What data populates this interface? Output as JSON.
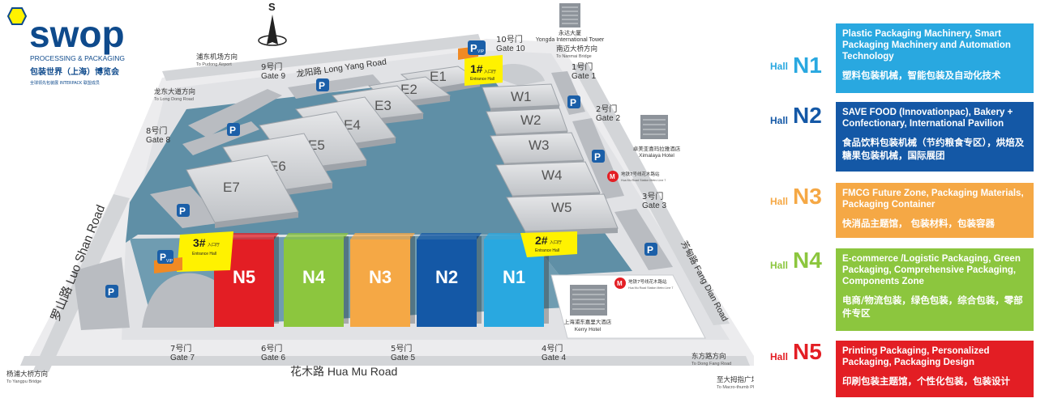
{
  "brand": {
    "name": "swop",
    "tagline": "PROCESSING & PACKAGING",
    "chinese_name": "包装世界（上海）博览会",
    "subtitle": "全球领先包装展 INTERPACK 联盟成员"
  },
  "compass": {
    "label": "S"
  },
  "roads": {
    "long_yang": "龙阳路 Long Yang Road",
    "luo_shan": "罗山路 Luo Shan Road",
    "hua_mu": "花木路 Hua Mu Road",
    "fang_dian": "芳甸路 Fang Dian Road"
  },
  "directions": [
    {
      "zh": "浦东机场方向",
      "en": "To Pudong Airport"
    },
    {
      "zh": "龙东大道方向",
      "en": "To Long Dong Road"
    },
    {
      "zh": "杨浦大桥方向",
      "en": "To Yangpu Bridge"
    },
    {
      "zh": "东方路方向",
      "en": "To Dong Fang Road"
    },
    {
      "zh": "至大拇指广场",
      "en": "To Macro-thumb Plaza"
    },
    {
      "zh": "南迈大桥方向",
      "en": "To Nanmai Bridge"
    }
  ],
  "gates": [
    {
      "zh": "1号门",
      "en": "Gate 1"
    },
    {
      "zh": "2号门",
      "en": "Gate 2"
    },
    {
      "zh": "3号门",
      "en": "Gate 3"
    },
    {
      "zh": "4号门",
      "en": "Gate 4"
    },
    {
      "zh": "5号门",
      "en": "Gate 5"
    },
    {
      "zh": "6号门",
      "en": "Gate 6"
    },
    {
      "zh": "7号门",
      "en": "Gate 7"
    },
    {
      "zh": "8号门",
      "en": "Gate 8"
    },
    {
      "zh": "9号门",
      "en": "Gate 9"
    },
    {
      "zh": "10号门",
      "en": "Gate 10"
    }
  ],
  "entrances": [
    {
      "num": "1#",
      "zh": "入口厅",
      "en": "Entrance Hall"
    },
    {
      "num": "2#",
      "zh": "入口厅",
      "en": "Entrance Hall"
    },
    {
      "num": "3#",
      "zh": "入口厅",
      "en": "Entrance Hall"
    }
  ],
  "parking": {
    "label": "P",
    "vip": "VIP"
  },
  "east_halls": [
    "E1",
    "E2",
    "E3",
    "E4",
    "E5",
    "E6",
    "E7"
  ],
  "west_halls": [
    "W1",
    "W2",
    "W3",
    "W4",
    "W5"
  ],
  "n_halls": [
    "N5",
    "N4",
    "N3",
    "N2",
    "N1"
  ],
  "landmarks": {
    "yongda": {
      "zh": "永达大厦",
      "en": "Yongda International Tower"
    },
    "ximalaya": {
      "zh": "卓美亚喜玛拉雅酒店",
      "en": "Ximalaya Hotel"
    },
    "kerry": {
      "zh": "上海浦东嘉里大酒店",
      "en": "Kerry Hotel"
    },
    "metro": {
      "zh": "地铁7号线花木路站",
      "en": "Hua Mu Road Station Metro Line 7"
    }
  },
  "legend": {
    "hall_word": "Hall",
    "halls": [
      {
        "code": "N1",
        "en": "Plastic Packaging Machinery, Smart Packaging Machinery and Automation Technology",
        "zh": "塑料包装机械，智能包装及自动化技术"
      },
      {
        "code": "N2",
        "en": "SAVE FOOD (Innovationpac), Bakery + Confectionary, International Pavilion",
        "zh": "食品饮料包装机械（节约粮食专区），烘焙及糖果包装机械，国际展团"
      },
      {
        "code": "N3",
        "en": "FMCG Future Zone, Packaging Materials, Packaging Container",
        "zh": "快消品主题馆， 包装材料，包装容器"
      },
      {
        "code": "N4",
        "en": "E-commerce /Logistic Packaging, Green Packaging, Comprehensive Packaging, Components Zone",
        "zh": "电商/物流包装，绿色包装，综合包装，零部件专区"
      },
      {
        "code": "N5",
        "en": "Printing Packaging, Personalized Packaging, Packaging Design",
        "zh": "印刷包装主题馆，个性化包装，包装设计"
      }
    ]
  },
  "colors": {
    "N1": "#29a8e0",
    "N2": "#1458a6",
    "N3": "#f5a845",
    "N4": "#8cc63e",
    "N5": "#e31e24",
    "ground": "#5f8fa6",
    "building": "#c9ccd0",
    "entrance": "#fff200",
    "brand": "#0e4a8c",
    "parking": "#1b5fa8"
  }
}
